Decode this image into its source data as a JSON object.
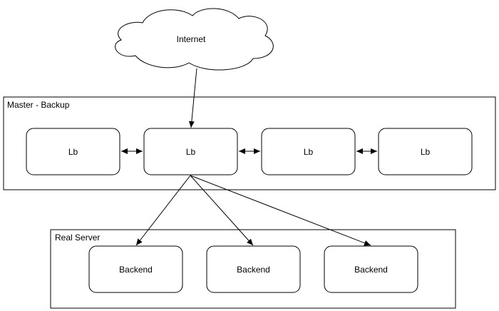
{
  "cloud": {
    "label": "Internet"
  },
  "groups": {
    "master_backup": {
      "label": "Master - Backup"
    },
    "real_server": {
      "label": "Real Server"
    }
  },
  "load_balancers": [
    {
      "label": "Lb"
    },
    {
      "label": "Lb"
    },
    {
      "label": "Lb"
    },
    {
      "label": "Lb"
    }
  ],
  "backends": [
    {
      "label": "Backend"
    },
    {
      "label": "Backend"
    },
    {
      "label": "Backend"
    }
  ],
  "colors": {
    "stroke": "#000000",
    "fill": "#ffffff",
    "text": "#000000"
  }
}
